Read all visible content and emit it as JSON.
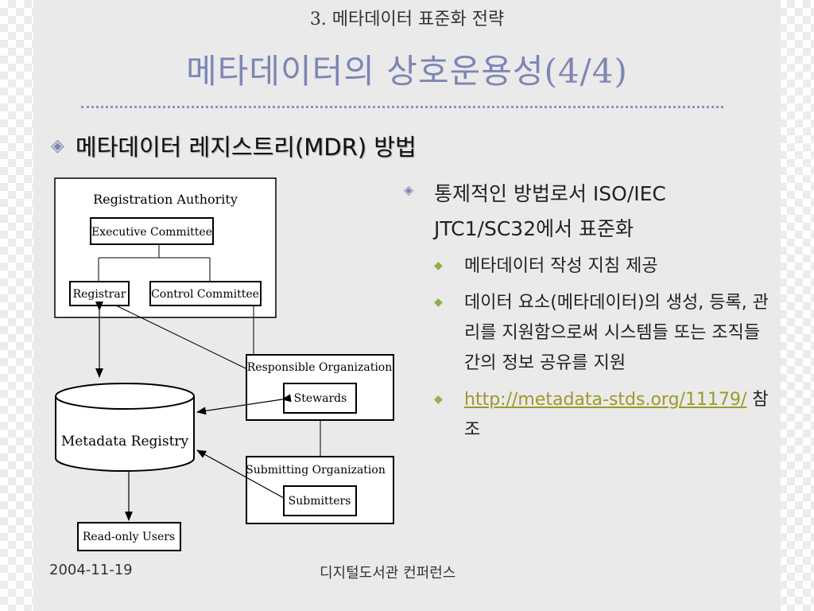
{
  "slide": {
    "subtitle": "3. 메타데이터 표준화 전략",
    "title": "메타데이터의 상호운용성(4/4)",
    "heading": "메타데이터 레지스트리(MDR) 방법",
    "heading_icon": "diamond-icon"
  },
  "diagram": {
    "registration_authority": "Registration Authority",
    "executive_committee": "Executive Committee",
    "registrar": "Registrar",
    "control_committee": "Control Committee",
    "responsible_organization": "Responsible Organization",
    "stewards": "Stewards",
    "metadata_registry": "Metadata Registry",
    "submitting_organization": "Submitting Organization",
    "submitters": "Submitters",
    "read_only_users": "Read-only Users"
  },
  "content": {
    "main_bullet": "통제적인 방법로서 ISO/IEC JTC1/SC32에서 표준화",
    "sub_bullets": [
      {
        "text": "메타데이터 작성 지침 제공"
      },
      {
        "text": "데이터 요소(메타데이터)의 생성, 등록, 관리를 지원함으로써 시스템들 또는 조직들간의 정보 공유를 지원"
      },
      {
        "link": "http://metadata-stds.org/11179/",
        "suffix": " 참조"
      }
    ]
  },
  "footer": {
    "date": "2004-11-19",
    "conference": "디지털도서관 컨퍼런스"
  },
  "colors": {
    "title": "#7d86b4",
    "slide_background": "#eaeaea",
    "sub_bullet_marker": "#8fb04a",
    "link": "#9a9a2a"
  }
}
